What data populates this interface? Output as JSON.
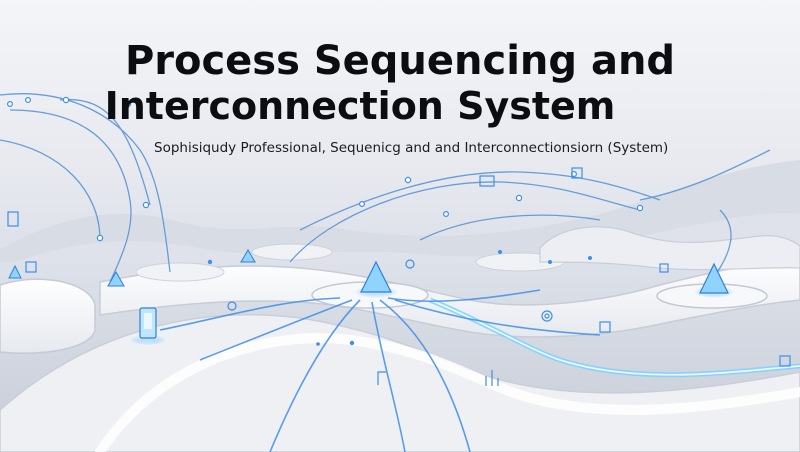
{
  "title": {
    "line1": "Process Sequencing and",
    "line2": "Interconnection System"
  },
  "subtitle": "Sophisiqudy Professional, Sequenicg and and Interconnectionsiorn (System)",
  "colors": {
    "background": "#e9ebf1",
    "platform": "#f3f4f7",
    "platform_shadow": "#c3c8d3",
    "accent_blue": "#3f8ee8",
    "glow_blue": "#7fd0ff",
    "title_text": "#0c0d10"
  },
  "icons": [
    "cone-icon",
    "node-icon",
    "device-icon",
    "gear-icon",
    "chart-icon"
  ]
}
